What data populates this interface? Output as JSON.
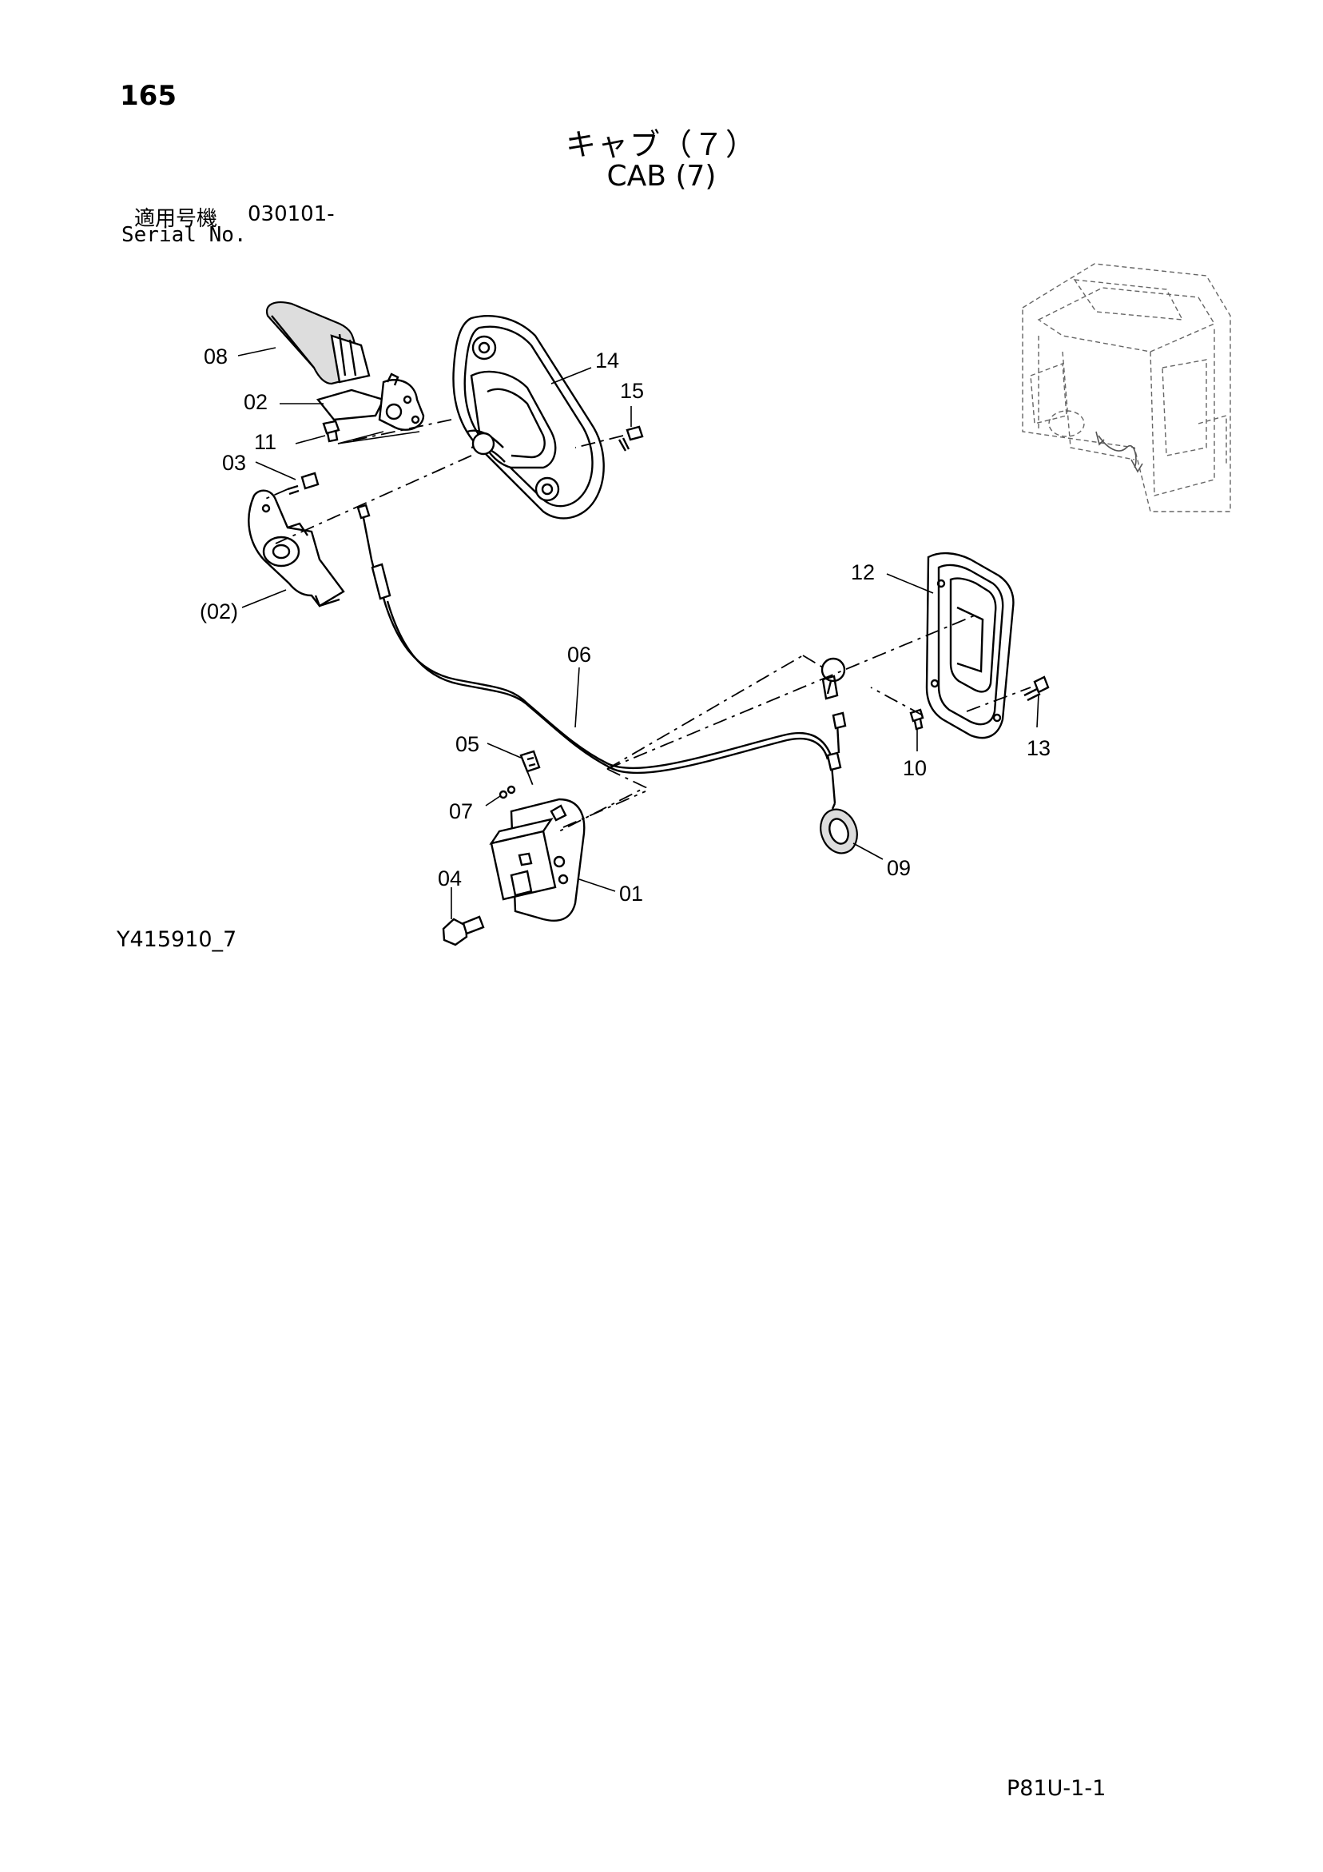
{
  "page_number": "165",
  "title_jp": "キャブ（７）",
  "title_en": "CAB (7)",
  "serial_label_jp": "適用号機",
  "serial_value": "030101-",
  "serial_label_en": "Serial No.",
  "drawing_code": "Y415910_7",
  "page_code": "P81U-1-1",
  "callouts": {
    "p01": "01",
    "p02": "02",
    "p02b": "(02)",
    "p03": "03",
    "p04": "04",
    "p05": "05",
    "p06": "06",
    "p07": "07",
    "p08": "08",
    "p09": "09",
    "p10": "10",
    "p11": "11",
    "p12": "12",
    "p13": "13",
    "p14": "14",
    "p15": "15"
  }
}
